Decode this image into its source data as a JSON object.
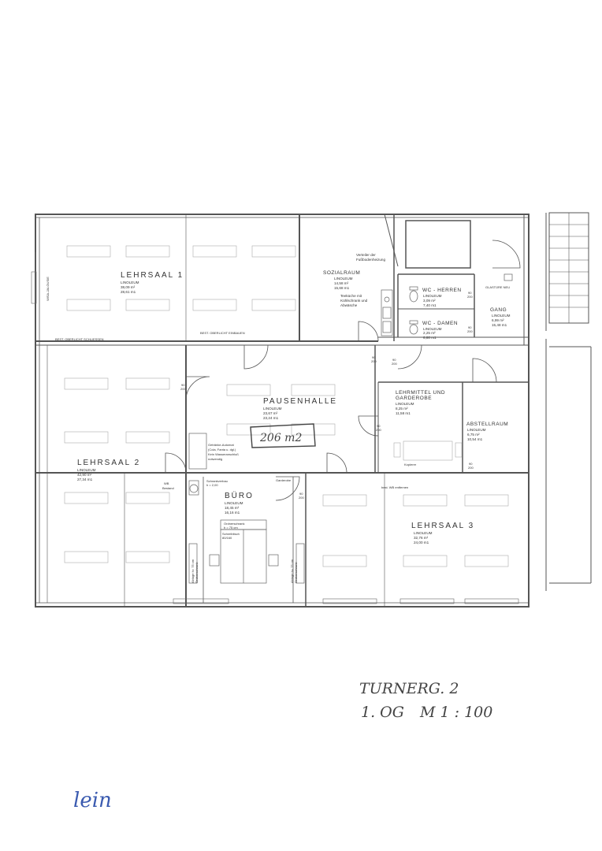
{
  "rooms": {
    "lehrsaal1": {
      "name": "LEHRSAAL 1",
      "floor": "LINOLEUM",
      "area": "38,09 m²",
      "perimeter": "28,61 m1"
    },
    "sozialraum": {
      "name": "SOZIALRAUM",
      "floor": "LINOLEUM",
      "area": "14,58 m²",
      "perimeter": "15,68 m1",
      "note1": "Teeküche mit",
      "note2": "Kühlschrank und",
      "note3": "Abwäsche"
    },
    "wc_herren": {
      "name": "WC - HERREN",
      "floor": "LINOLEUM",
      "area": "3,09 m²",
      "perimeter": "7,40 m1"
    },
    "wc_damen": {
      "name": "WC - DAMEN",
      "floor": "LINOLEUM",
      "area": "2,25 m²",
      "perimeter": "6,80 m1"
    },
    "gang": {
      "name": "GANG",
      "floor": "LINOLEUM",
      "area": "6,99 m²",
      "perimeter": "15,48 m1"
    },
    "pausenhalle": {
      "name": "PAUSENHALLE",
      "floor": "LINOLEUM",
      "area": "23,67 m²",
      "perimeter": "23,24 m1"
    },
    "lehrmittel": {
      "name1": "LEHRMITTEL UND",
      "name2": "GARDEROBE",
      "floor": "LINOLEUM",
      "area": "8,25 m²",
      "perimeter": "11,58 m1"
    },
    "abstellraum": {
      "name": "ABSTELLRAUM",
      "floor": "LINOLEUM",
      "area": "6,75 m²",
      "perimeter": "10,54 m1"
    },
    "lehrsaal2": {
      "name": "LEHRSAAL 2",
      "floor": "LINOLEUM",
      "area": "42,90 m²",
      "perimeter": "27,34 m1"
    },
    "buero": {
      "name": "BÜRO",
      "floor": "LINOLEUM",
      "area": "18,45 m²",
      "perimeter": "16,16 m1"
    },
    "lehrsaal3": {
      "name": "LEHRSAAL 3",
      "floor": "LINOLEUM",
      "area": "32,76 m²",
      "perimeter": "24,00 m1"
    }
  },
  "notes": {
    "verteiler1": "Verteiler der",
    "verteiler2": "Fußbodenheizung",
    "glastuere": "GLASTÜRE NEU",
    "oberlicht_schliessen": "BEST. OBERLICHT SCHLIESSEN",
    "oberlicht_einbauen": "BEST. OBERLICHT EINBAUEN",
    "jalousie": "WISA-JALOUSIE",
    "getraenke1": "Getränke-Automat",
    "getraenke2": "(Cola, Fanta u. dgl.)",
    "getraenke3": "Kein Wasseranschluß",
    "getraenke4": "notwendig",
    "wb_bestand1": "WB",
    "wb_bestand2": "Bestand",
    "schrank1": "Schrankverbau",
    "schrank2": "h = 2,00",
    "garderobe": "Garderobe",
    "wb_entfernen": "best. WB entfernen",
    "kopierer": "Kopierer",
    "ordnerschrank1": "Ordnerschrank",
    "ordnerschrank2": "h = 75 cm",
    "schreibtisch1": "Schreibtisch",
    "schreibtisch2": "80/160",
    "ablage_left": "Ablage h= 75 cm",
    "ablage_left2": "Ordnerschrank",
    "ablage_right": "Ablage h= 75 cm",
    "ablage_right2": "Ordnerschrank"
  },
  "doors": {
    "d1": "90",
    "d1b": "200",
    "d2": "90",
    "d2b": "200",
    "d3": "90",
    "d3b": "200",
    "d4": "90",
    "d4b": "200",
    "d5": "90",
    "d5b": "200",
    "d6": "90",
    "d6b": "200",
    "d7": "90",
    "d7b": "200",
    "d8": "90",
    "d8b": "200"
  },
  "handwriting": {
    "boxed_area": "206 m2",
    "address": "TURNERG. 2",
    "floor": "1. OG",
    "scale": "M 1 : 100",
    "signature": "lein"
  }
}
